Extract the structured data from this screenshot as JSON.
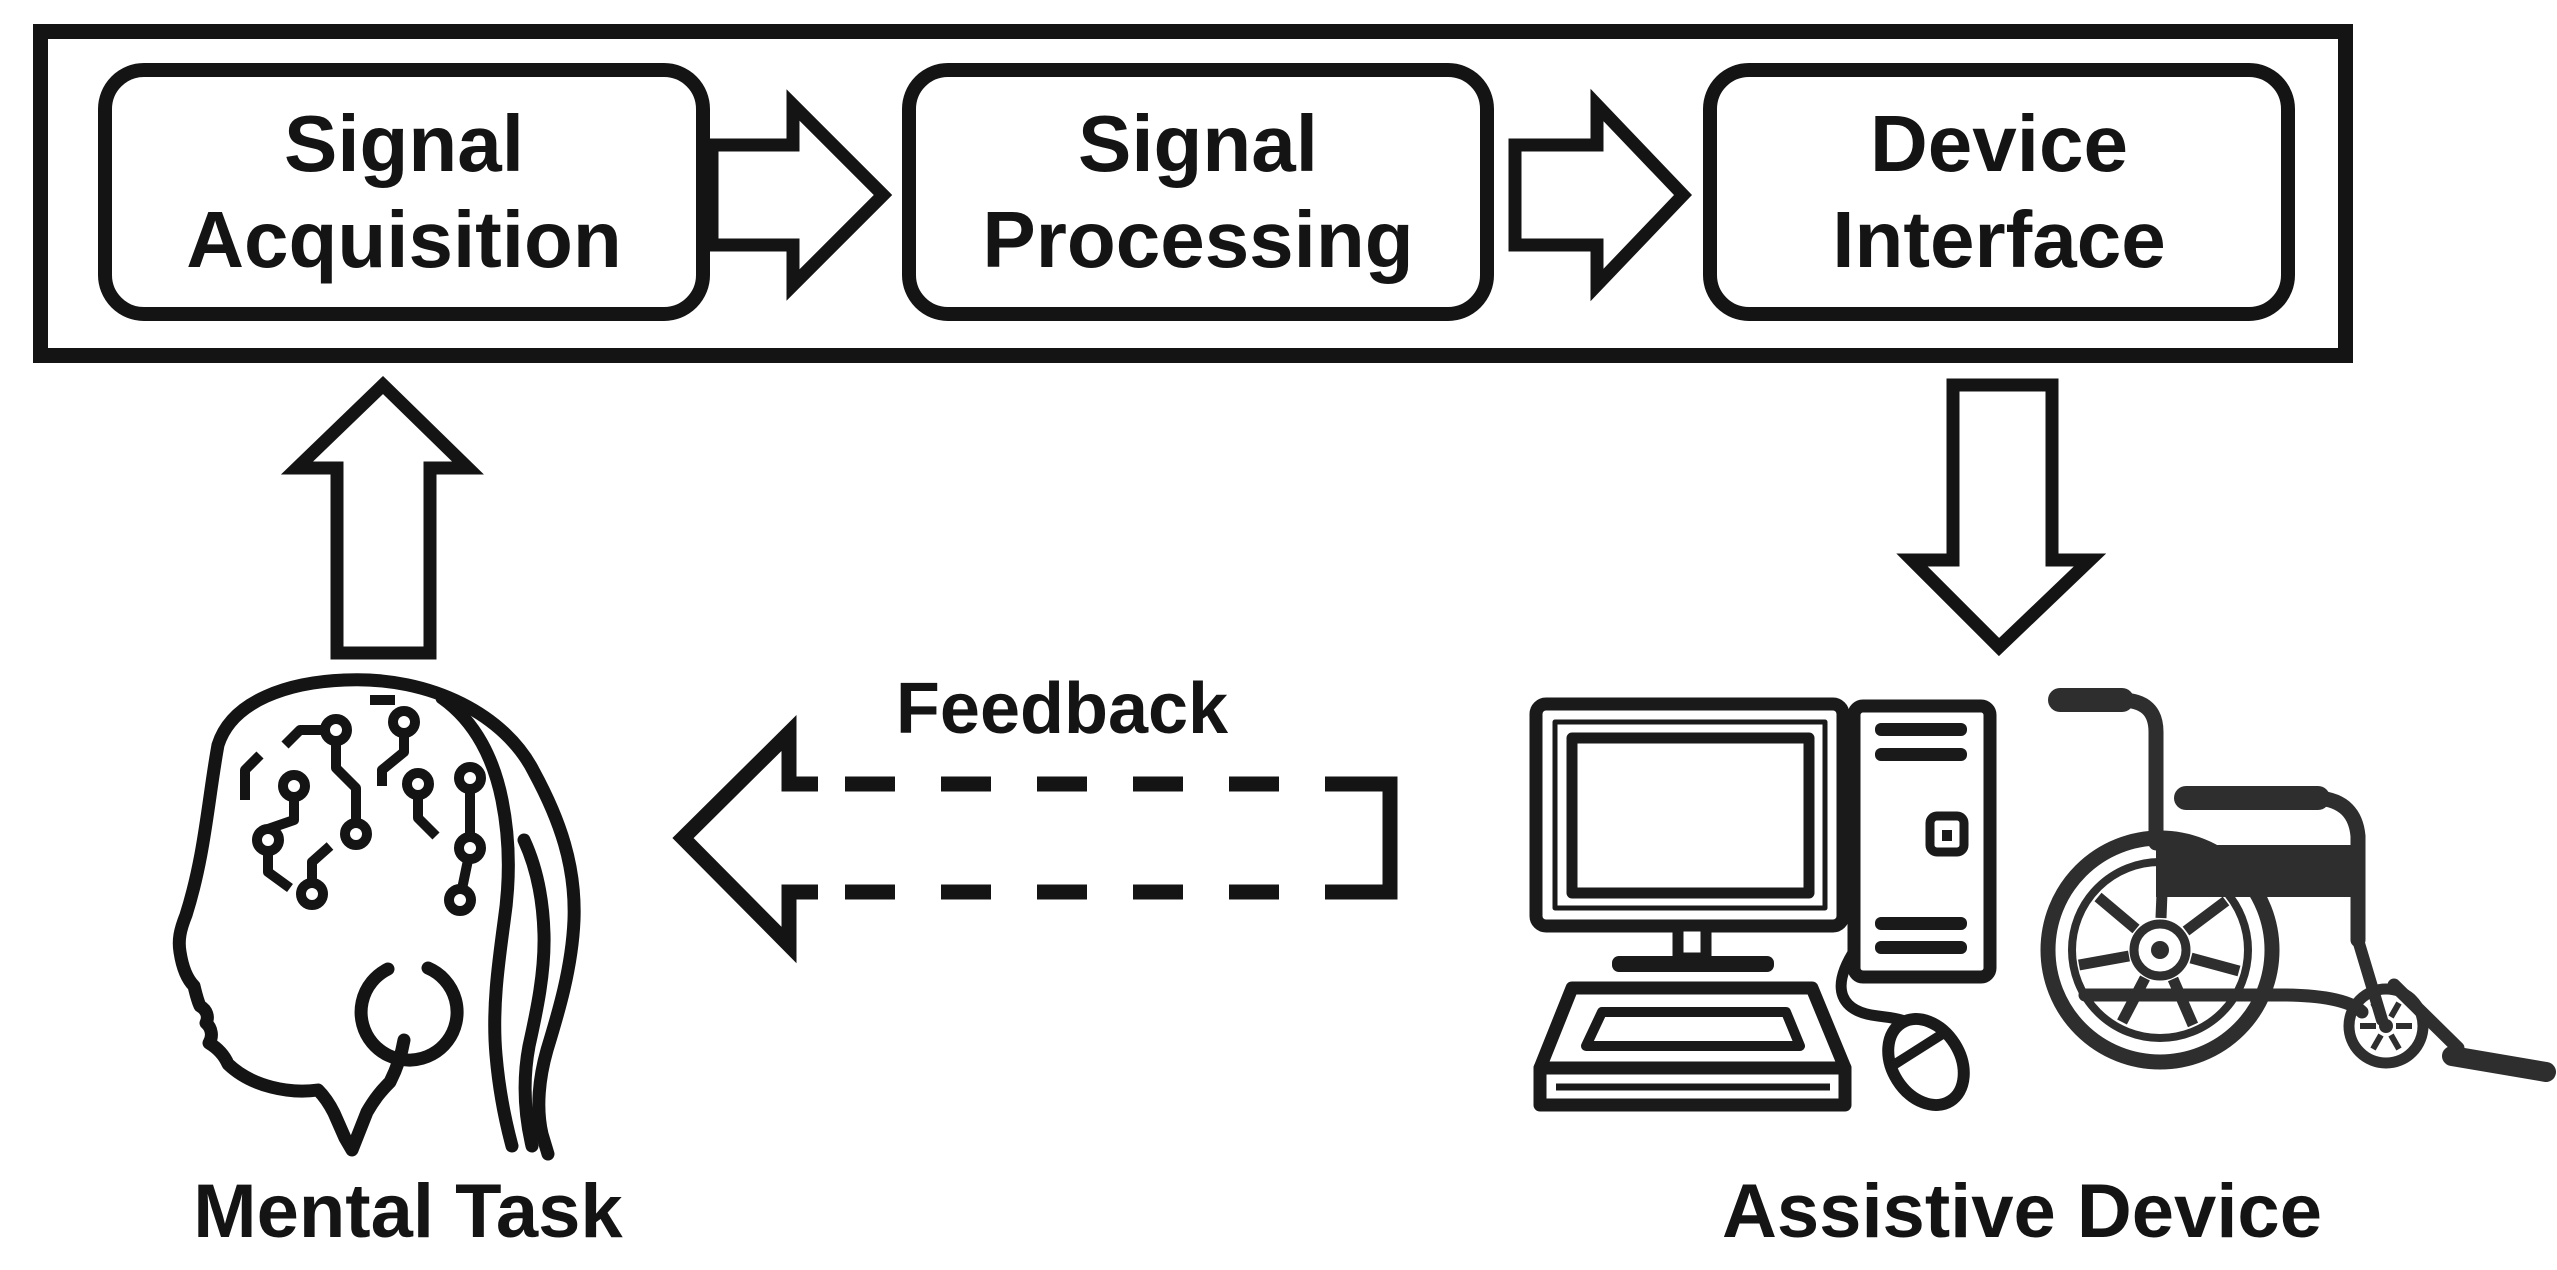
{
  "pipeline": {
    "boxes": [
      {
        "label": "Signal Acquisition"
      },
      {
        "label": "Signal Processing"
      },
      {
        "label": "Device Interface"
      }
    ]
  },
  "labels": {
    "feedback": "Feedback",
    "mental_task": "Mental Task",
    "assistive_device": "Assistive Device"
  },
  "icons": {
    "brain_head": "head-profile-with-circuit-brain-icon",
    "computer": "desktop-computer-icon",
    "wheelchair": "wheelchair-icon"
  },
  "colors": {
    "ink": "#141414",
    "wheelchair_gray": "#2e2e2e",
    "background": "#ffffff"
  }
}
